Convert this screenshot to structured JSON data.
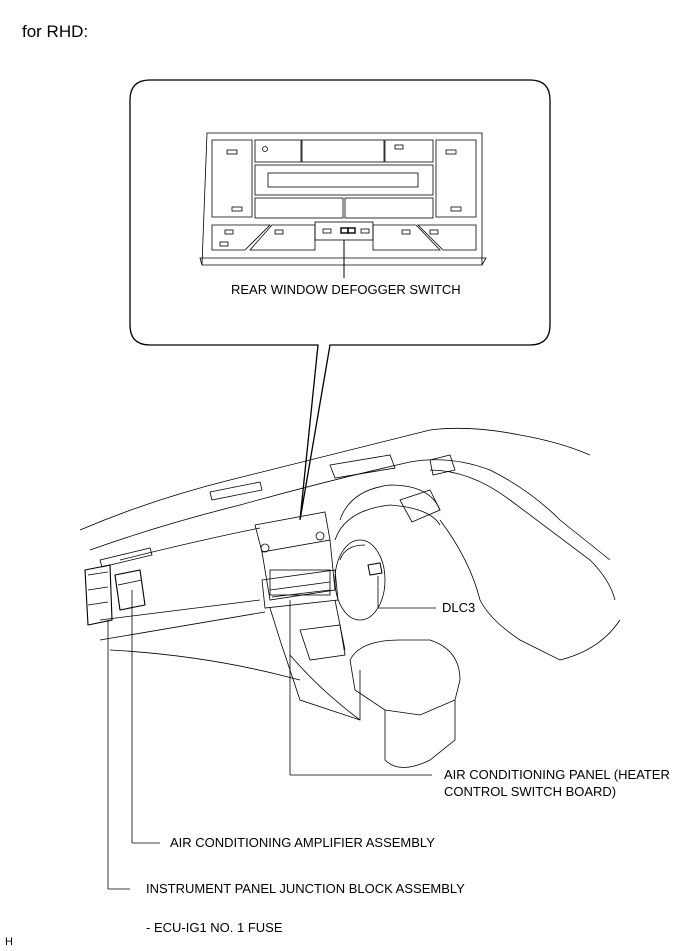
{
  "heading": "for RHD:",
  "labels": {
    "rear_defogger_switch": "REAR WINDOW DEFOGGER SWITCH",
    "dlc3": "DLC3",
    "ac_panel_line1": "AIR CONDITIONING PANEL (HEATER",
    "ac_panel_line2": "CONTROL SWITCH BOARD)",
    "ac_amplifier": "AIR CONDITIONING AMPLIFIER ASSEMBLY",
    "junction_block": "INSTRUMENT PANEL JUNCTION BLOCK ASSEMBLY",
    "ecu_fuse": "- ECU-IG1 NO. 1 FUSE"
  },
  "corner_mark": "H",
  "colors": {
    "line": "#000000",
    "background": "#ffffff"
  }
}
